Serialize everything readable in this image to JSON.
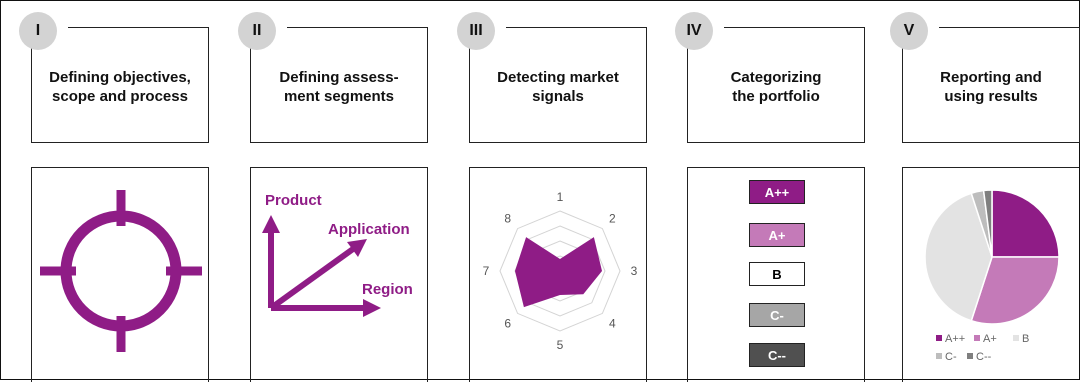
{
  "stages": [
    {
      "numeral": "I",
      "title": "Defining objectives,\nscope and process"
    },
    {
      "numeral": "II",
      "title": "Defining assess-\nment segments"
    },
    {
      "numeral": "III",
      "title": "Detecting market\nsignals"
    },
    {
      "numeral": "IV",
      "title": "Categorizing\nthe portfolio"
    },
    {
      "numeral": "V",
      "title": "Reporting and\nusing results"
    }
  ],
  "axes_panel": {
    "product": "Product",
    "application": "Application",
    "region": "Region"
  },
  "radar": {
    "labels": [
      "1",
      "2",
      "3",
      "4",
      "5",
      "6",
      "7",
      "8"
    ]
  },
  "categories": [
    {
      "label": "A++",
      "fill": "#8f1c86",
      "text": "#ffffff"
    },
    {
      "label": "A+",
      "fill": "#c47ab8",
      "text": "#ffffff"
    },
    {
      "label": "B",
      "fill": "#ffffff",
      "text": "#000000"
    },
    {
      "label": "C-",
      "fill": "#a6a6a6",
      "text": "#ffffff"
    },
    {
      "label": "C--",
      "fill": "#505050",
      "text": "#ffffff"
    }
  ],
  "colors": {
    "accent": "#8f1c86",
    "accent_light": "#c47ab8",
    "light_gray": "#e6e6e6"
  },
  "chart_data": {
    "type": "pie",
    "categories": [
      "A++",
      "A+",
      "B",
      "C-",
      "C--"
    ],
    "values": [
      25,
      30,
      40,
      3,
      2
    ],
    "colors": [
      "#8f1c86",
      "#c47ab8",
      "#e3e3e3",
      "#bdbdbd",
      "#7f7f7f"
    ],
    "legend": [
      "A++",
      "A+",
      "B",
      "C-",
      "C--"
    ],
    "legend_position": "bottom"
  }
}
